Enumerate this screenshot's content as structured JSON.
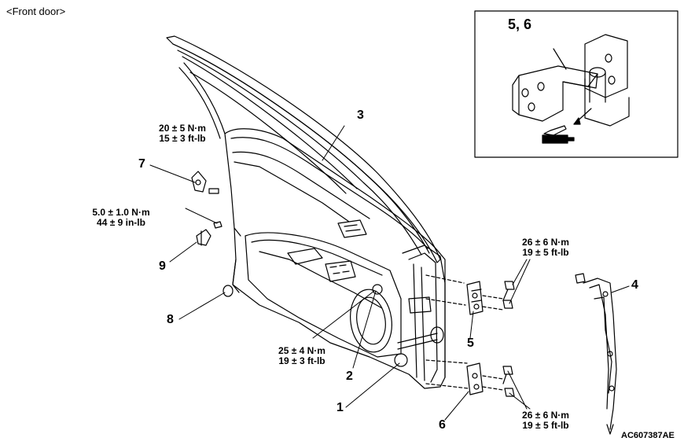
{
  "header": {
    "title": "<Front door>"
  },
  "inset": {
    "label": "5, 6"
  },
  "callouts": [
    "1",
    "2",
    "3",
    "4",
    "5",
    "6",
    "7",
    "8",
    "9"
  ],
  "torques": {
    "t7": {
      "metric": "20 ± 5 N·m",
      "imperial": "15 ± 3 ft-lb"
    },
    "t9": {
      "metric": "5.0 ± 1.0 N·m",
      "imperial": "44 ± 9 in-lb"
    },
    "t2": {
      "metric": "25 ± 4 N·m",
      "imperial": "19 ± 3 ft-lb"
    },
    "t5": {
      "metric": "26 ± 6 N·m",
      "imperial": "19 ± 5 ft-lb"
    },
    "t6": {
      "metric": "26 ± 6 N·m",
      "imperial": "19 ± 5 ft-lb"
    }
  },
  "footer": {
    "code": "AC607387AE"
  }
}
